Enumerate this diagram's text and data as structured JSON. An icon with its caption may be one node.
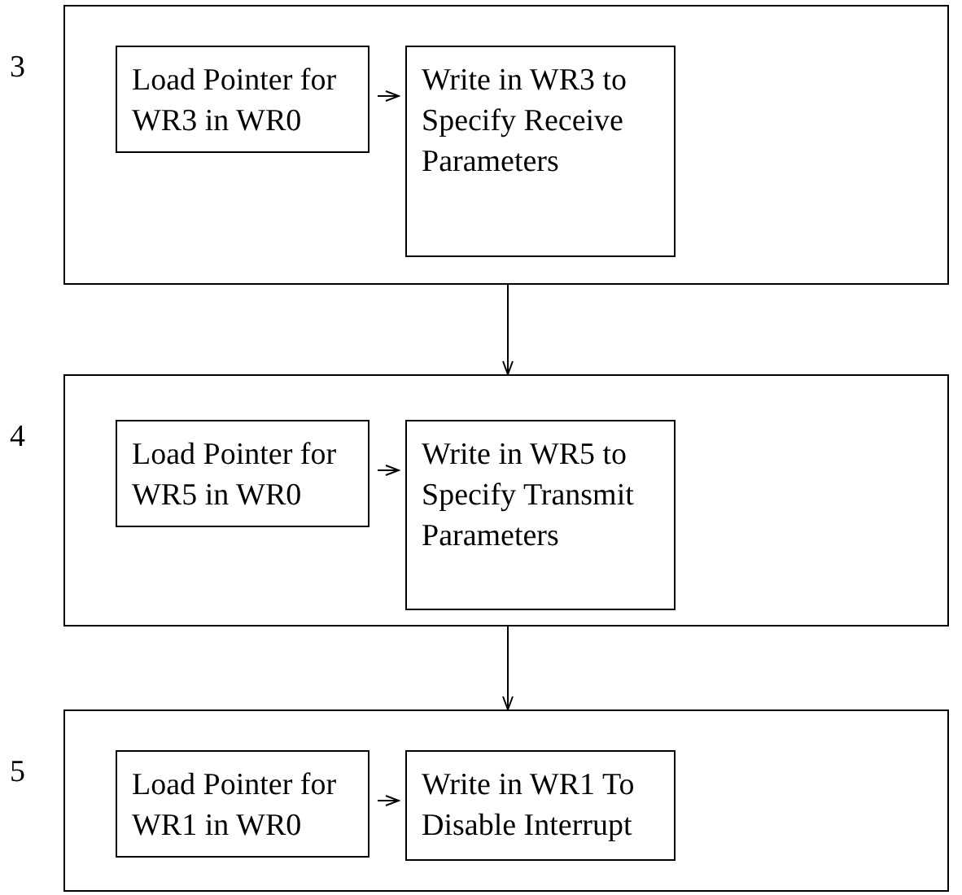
{
  "diagram": {
    "nodes": [
      {
        "text": [],
        "shape": "box",
        "beside": [
          "3"
        ]
      },
      {
        "text": [
          "Load Pointer for WR3 in WR0"
        ],
        "in": 0
      },
      {
        "text": [
          "Write in WR3 to Specify Receive Parameters"
        ],
        "in": 0
      },
      {
        "text": [],
        "shape": "box",
        "beside": [
          "4"
        ]
      },
      {
        "text": [
          "Load Pointer for WR5 in WR0"
        ],
        "in": 3
      },
      {
        "text": [
          "Write in WR5 to Specify Transmit Parameters"
        ],
        "in": 3
      },
      {
        "text": [],
        "shape": "box",
        "beside": [
          "5"
        ]
      },
      {
        "text": [
          "Load Pointer for WR1 in WR0"
        ],
        "in": 6
      },
      {
        "text": [
          "Write in WR1 To Disable Interrupt"
        ],
        "in": 6
      }
    ],
    "edges": [
      {
        "from": 1,
        "to": 2,
        "arrow": "to"
      },
      {
        "from": 0,
        "to": 3,
        "arrow": "to"
      },
      {
        "from": 4,
        "to": 5,
        "arrow": "to"
      },
      {
        "from": 3,
        "to": 6,
        "arrow": "to"
      },
      {
        "from": 7,
        "to": 8,
        "arrow": "to"
      }
    ]
  }
}
